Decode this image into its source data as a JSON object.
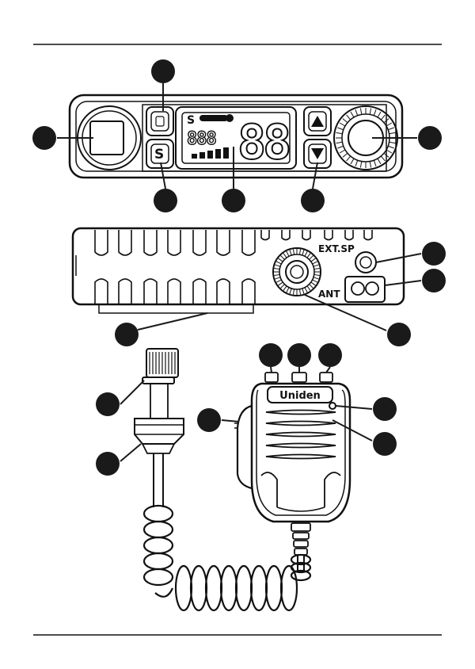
{
  "front_panel": {
    "s_button_label": "S",
    "lcd_s_indicator": "S",
    "lcd_small_digits": "888",
    "lcd_large_digits": "88"
  },
  "rear_panel": {
    "ext_sp_label": "EXT.SP",
    "ant_label": "ANT"
  },
  "microphone": {
    "brand": "Uniden"
  },
  "colors": {
    "line": "#111111",
    "callout": "#1a1a1a",
    "background": "#ffffff"
  }
}
